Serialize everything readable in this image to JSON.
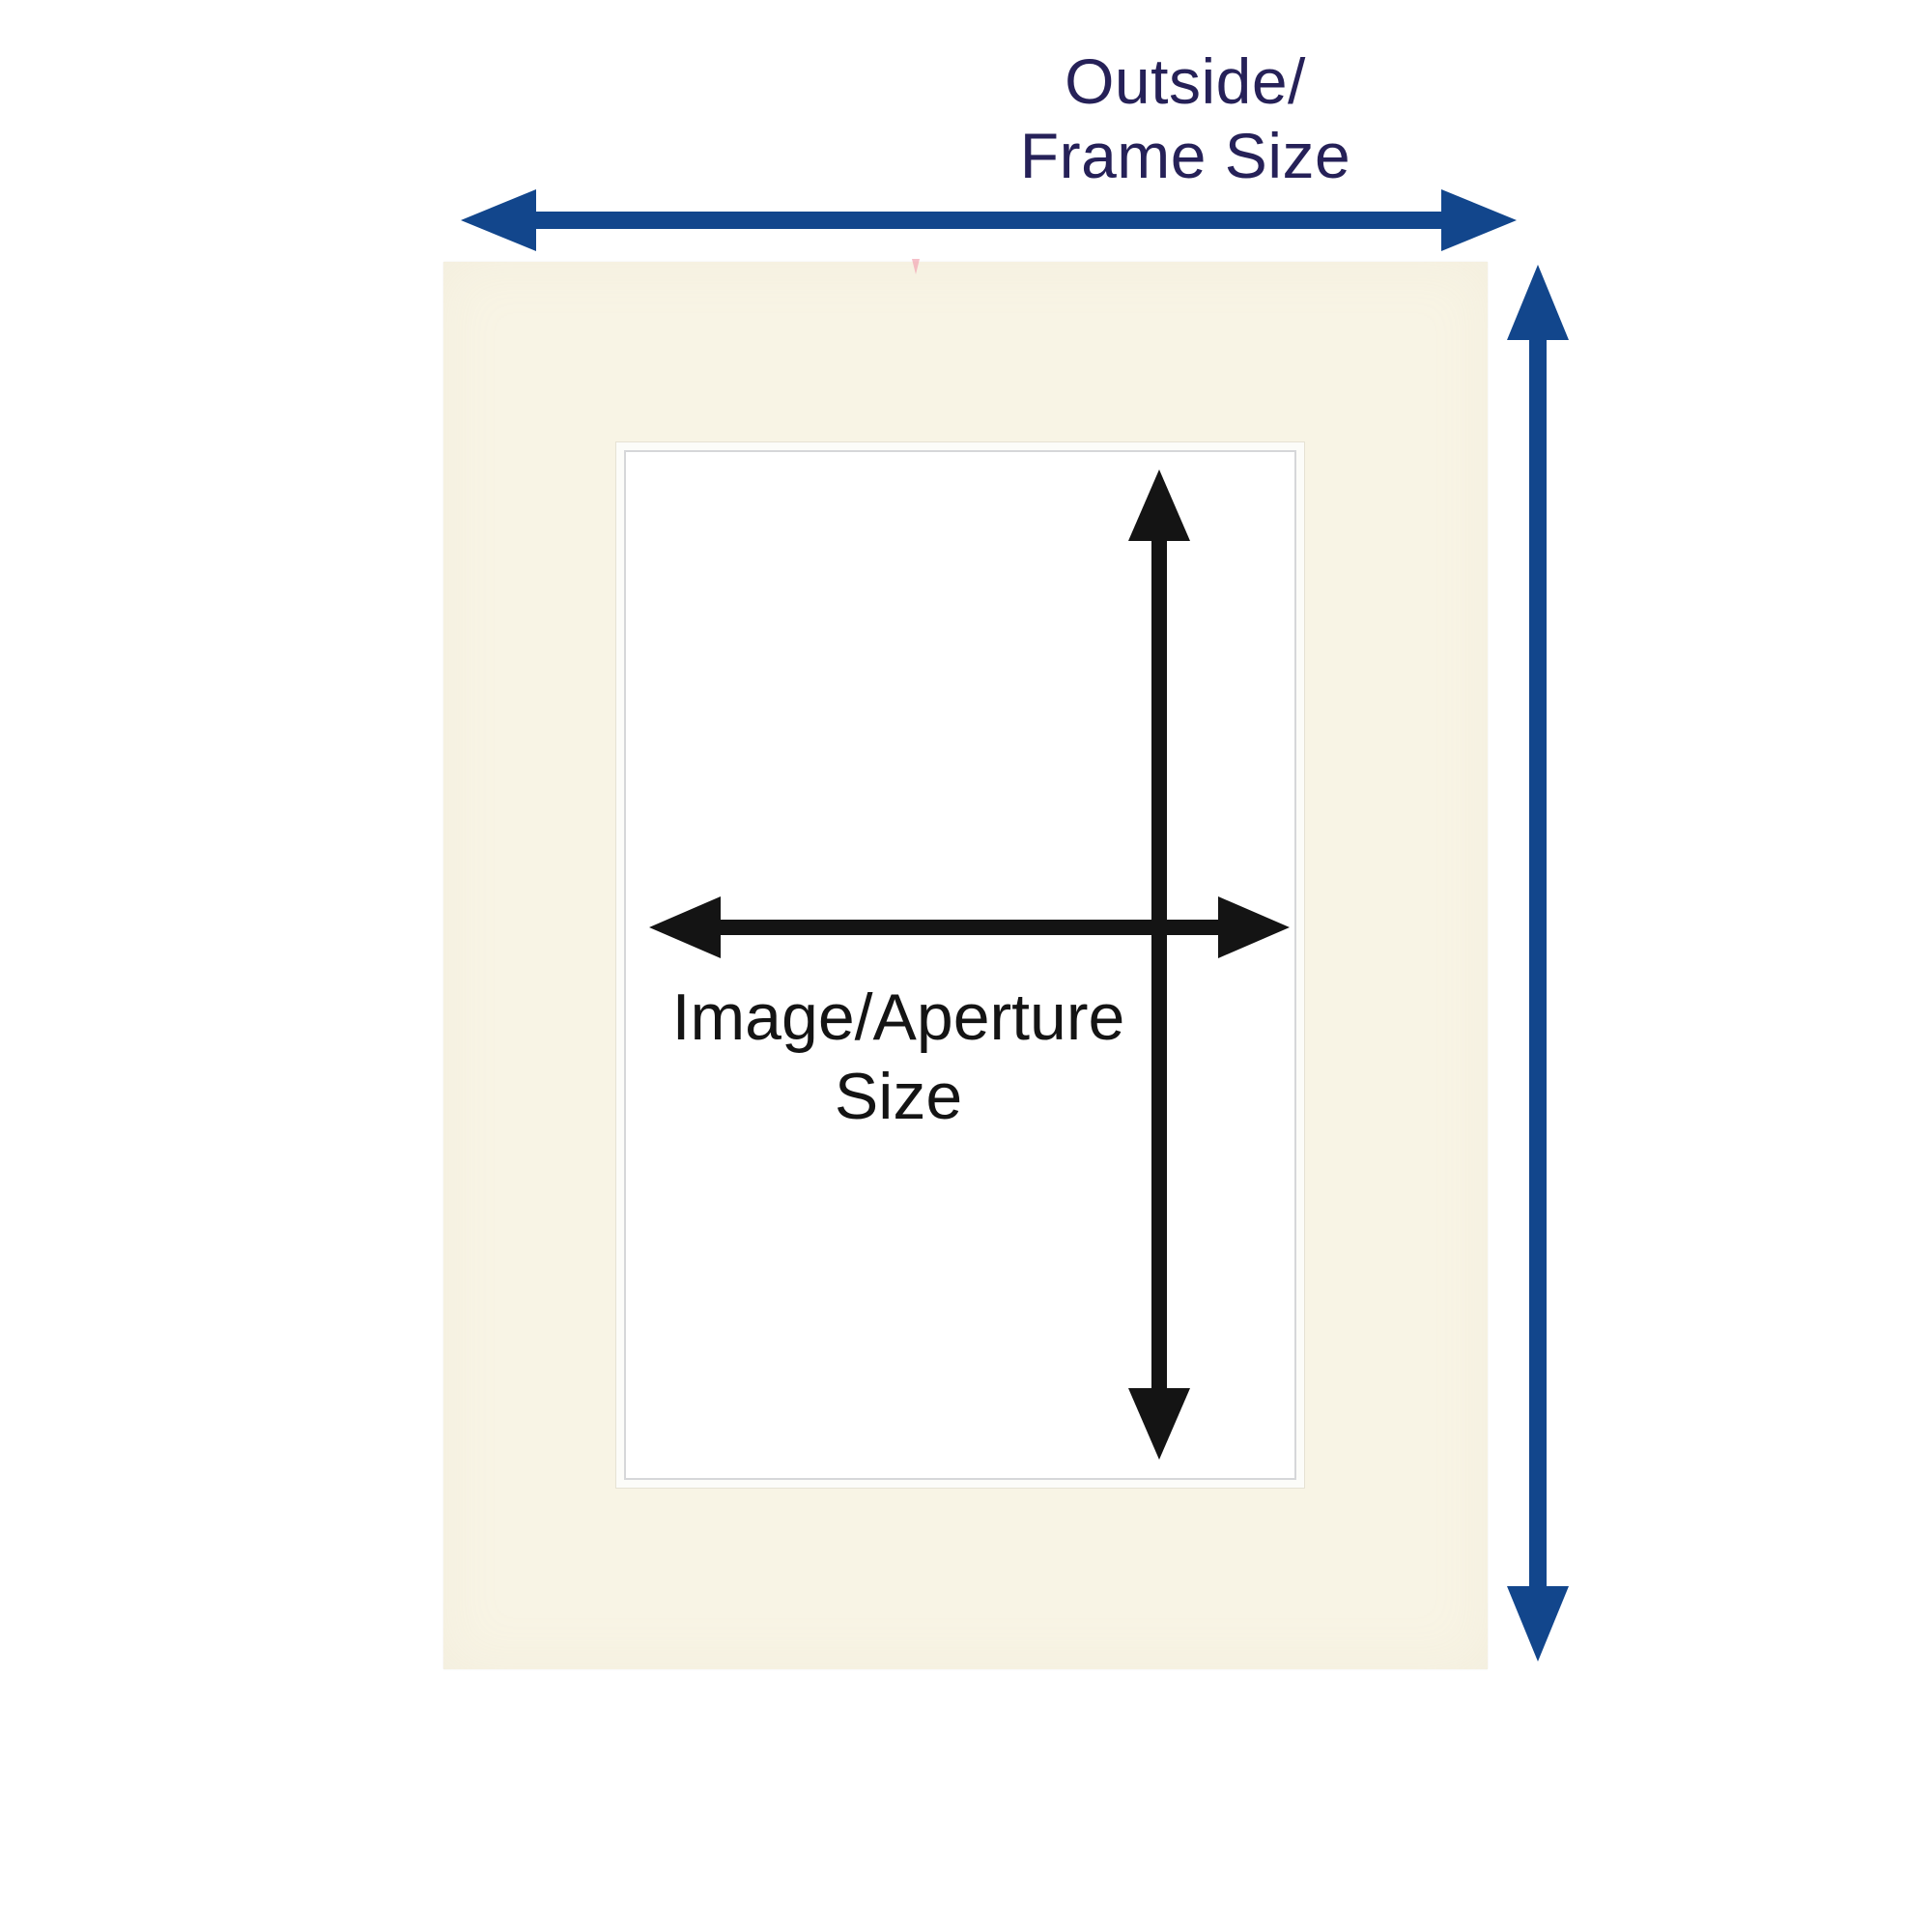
{
  "title": {
    "line1": "Outside/",
    "line2": "Frame Size"
  },
  "aperture_label": {
    "line1": "Image/Aperture",
    "line2": "Size"
  },
  "diagram": {
    "mat_board": "cream picture mount / mat board",
    "aperture_window": "white cut-out aperture with bevelled edge",
    "arrows": [
      {
        "name": "frame-width-arrow",
        "orientation": "horizontal",
        "measures": "Outside/Frame Size width",
        "color": "#12468c"
      },
      {
        "name": "frame-height-arrow",
        "orientation": "vertical",
        "measures": "Outside/Frame Size height",
        "color": "#12468c"
      },
      {
        "name": "aperture-width-arrow",
        "orientation": "horizontal",
        "measures": "Image/Aperture Size width",
        "color": "#141414"
      },
      {
        "name": "aperture-height-arrow",
        "orientation": "vertical",
        "measures": "Image/Aperture Size height",
        "color": "#141414"
      }
    ]
  },
  "colors": {
    "title_navy": "#262158",
    "frame_arrow_blue": "#12468c",
    "aperture_arrow_black": "#141414",
    "mat_cream": "#f8f4e5",
    "aperture_white": "#ffffff",
    "bevel_gray": "#d6d7d9",
    "page_background": "#ffffff"
  }
}
